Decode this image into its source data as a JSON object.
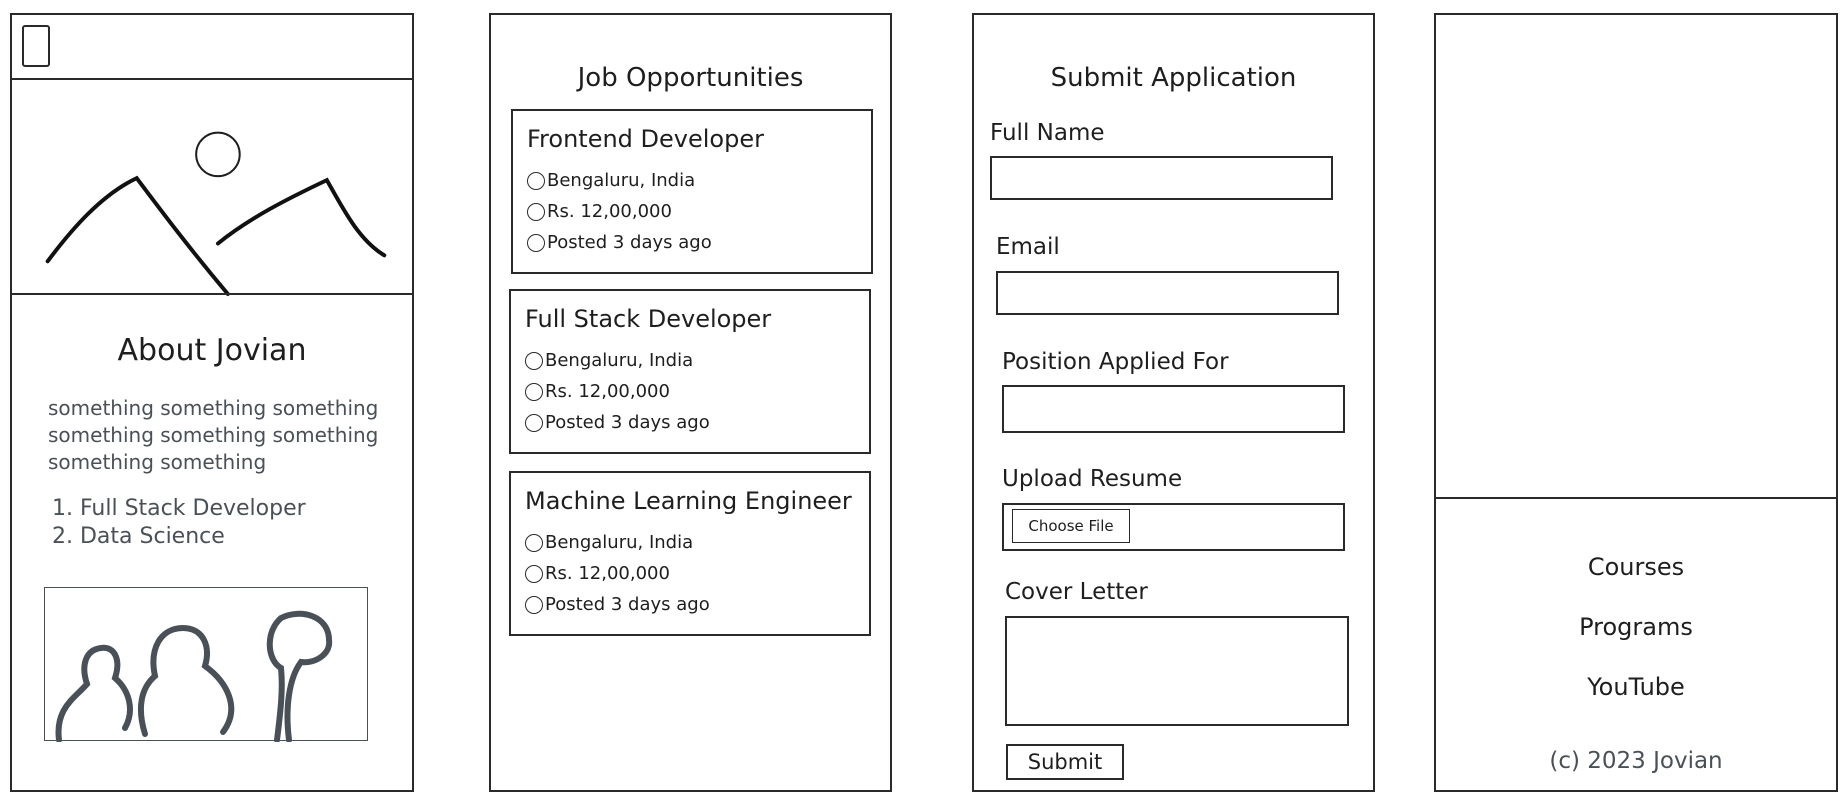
{
  "about": {
    "title": "About Jovian",
    "text": "something something something something something something something something",
    "list": [
      "1. Full Stack Developer",
      "2. Data Science"
    ]
  },
  "jobs": {
    "heading": "Job Opportunities",
    "items": [
      {
        "title": "Frontend Developer",
        "location": "Bengaluru, India",
        "salary": "Rs. 12,00,000",
        "posted": "Posted 3 days ago"
      },
      {
        "title": "Full Stack Developer",
        "location": "Bengaluru, India",
        "salary": "Rs. 12,00,000",
        "posted": "Posted 3 days ago"
      },
      {
        "title": "Machine Learning Engineer",
        "location": "Bengaluru, India",
        "salary": "Rs. 12,00,000",
        "posted": "Posted 3 days ago"
      }
    ]
  },
  "application": {
    "heading": "Submit Application",
    "full_name_label": "Full Name",
    "email_label": "Email",
    "position_label": "Position Applied For",
    "resume_label": "Upload Resume",
    "choose_file_label": "Choose File",
    "cover_letter_label": "Cover Letter",
    "submit_label": "Submit"
  },
  "footer": {
    "links": [
      "Courses",
      "Programs",
      "YouTube"
    ],
    "copyright": "(c) 2023 Jovian"
  },
  "colors": {
    "stroke": "#2a2a2a",
    "muted_text": "#495057",
    "background": "#ffffff"
  }
}
